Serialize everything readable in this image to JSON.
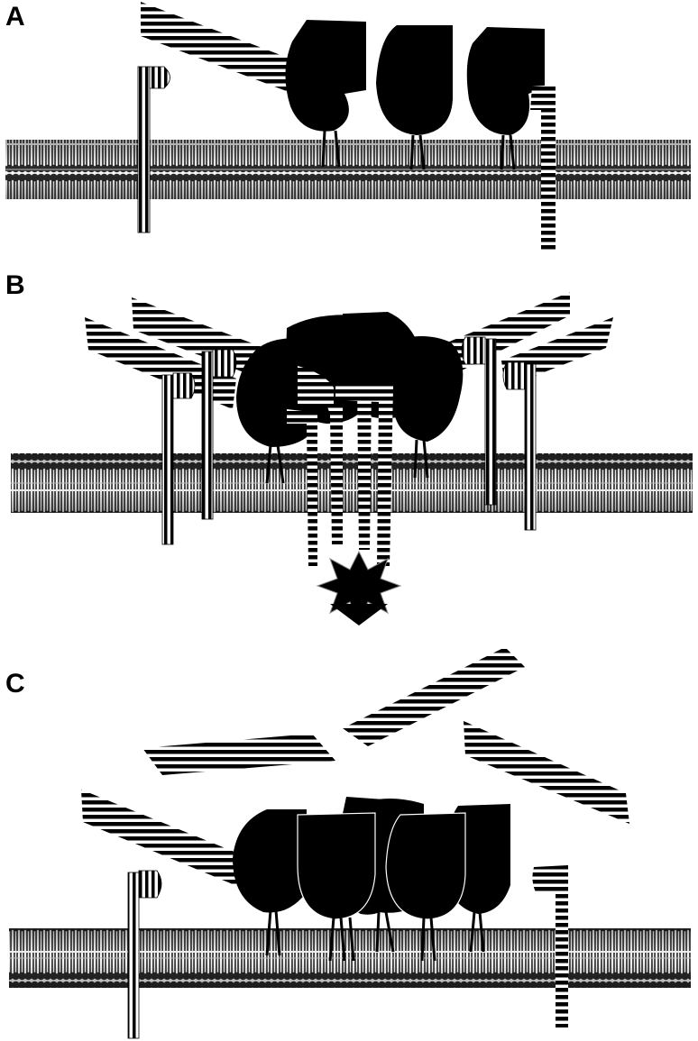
{
  "panels": [
    {
      "label": "A"
    },
    {
      "label": "B"
    },
    {
      "label": "C"
    }
  ],
  "colors": {
    "ink": "#000000",
    "paper": "#ffffff",
    "membrane_dark": "#2b2b2b",
    "membrane_light": "#9a9a9a"
  },
  "icons": {
    "membrane": "lipid-bilayer-icon",
    "receptor_head": "receptor-dimer-icon",
    "ligand": "striped-ligand-icon",
    "coreceptor": "coreceptor-icon",
    "signal": "starburst-signal-icon",
    "arrow": "down-arrow-icon"
  }
}
